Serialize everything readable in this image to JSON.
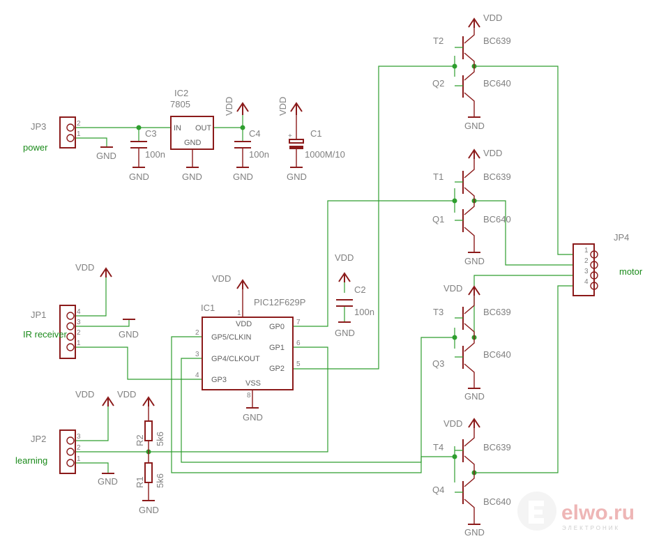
{
  "power": {
    "vdd": "VDD",
    "gnd": "GND"
  },
  "jp3": {
    "ref": "JP3",
    "net": "power",
    "pins": [
      "2",
      "1"
    ]
  },
  "jp1": {
    "ref": "JP1",
    "net": "IR receiver",
    "pins": [
      "4",
      "3",
      "2",
      "1"
    ]
  },
  "jp2": {
    "ref": "JP2",
    "net": "learning",
    "pins": [
      "3",
      "2",
      "1"
    ]
  },
  "jp4": {
    "ref": "JP4",
    "net": "motor",
    "pins": [
      "1",
      "2",
      "3",
      "4"
    ]
  },
  "ic2": {
    "ref": "IC2",
    "value": "7805",
    "in": "IN",
    "out": "OUT",
    "gnd": "GND"
  },
  "c3": {
    "ref": "C3",
    "value": "100n"
  },
  "c4": {
    "ref": "C4",
    "value": "100n"
  },
  "c1": {
    "ref": "C1",
    "value": "1000M/10",
    "plus": "+"
  },
  "c2": {
    "ref": "C2",
    "value": "100n"
  },
  "ic1": {
    "ref": "IC1",
    "value": "PIC12F629P",
    "vdd": "VDD",
    "vss": "VSS",
    "gp5": "GP5/CLKIN",
    "gp4": "GP4/CLKOUT",
    "gp3": "GP3",
    "gp0": "GP0",
    "gp1": "GP1",
    "gp2": "GP2",
    "pins": {
      "p1": "1",
      "p2": "2",
      "p3": "3",
      "p4": "4",
      "p5": "5",
      "p6": "6",
      "p7": "7",
      "p8": "8"
    }
  },
  "r1": {
    "ref": "R1",
    "value": "5k6"
  },
  "r2": {
    "ref": "R2",
    "value": "5k6"
  },
  "transistors": {
    "t1": {
      "ref": "T1",
      "value": "BC639"
    },
    "q1": {
      "ref": "Q1",
      "value": "BC640"
    },
    "t2": {
      "ref": "T2",
      "value": "BC639"
    },
    "q2": {
      "ref": "Q2",
      "value": "BC640"
    },
    "t3": {
      "ref": "T3",
      "value": "BC639"
    },
    "q3": {
      "ref": "Q3",
      "value": "BC640"
    },
    "t4": {
      "ref": "T4",
      "value": "BC639"
    },
    "q4": {
      "ref": "Q4",
      "value": "BC640"
    }
  },
  "watermark": {
    "brand": "elwo.ru",
    "tagline": "ЭЛЕКТРОНИК"
  }
}
